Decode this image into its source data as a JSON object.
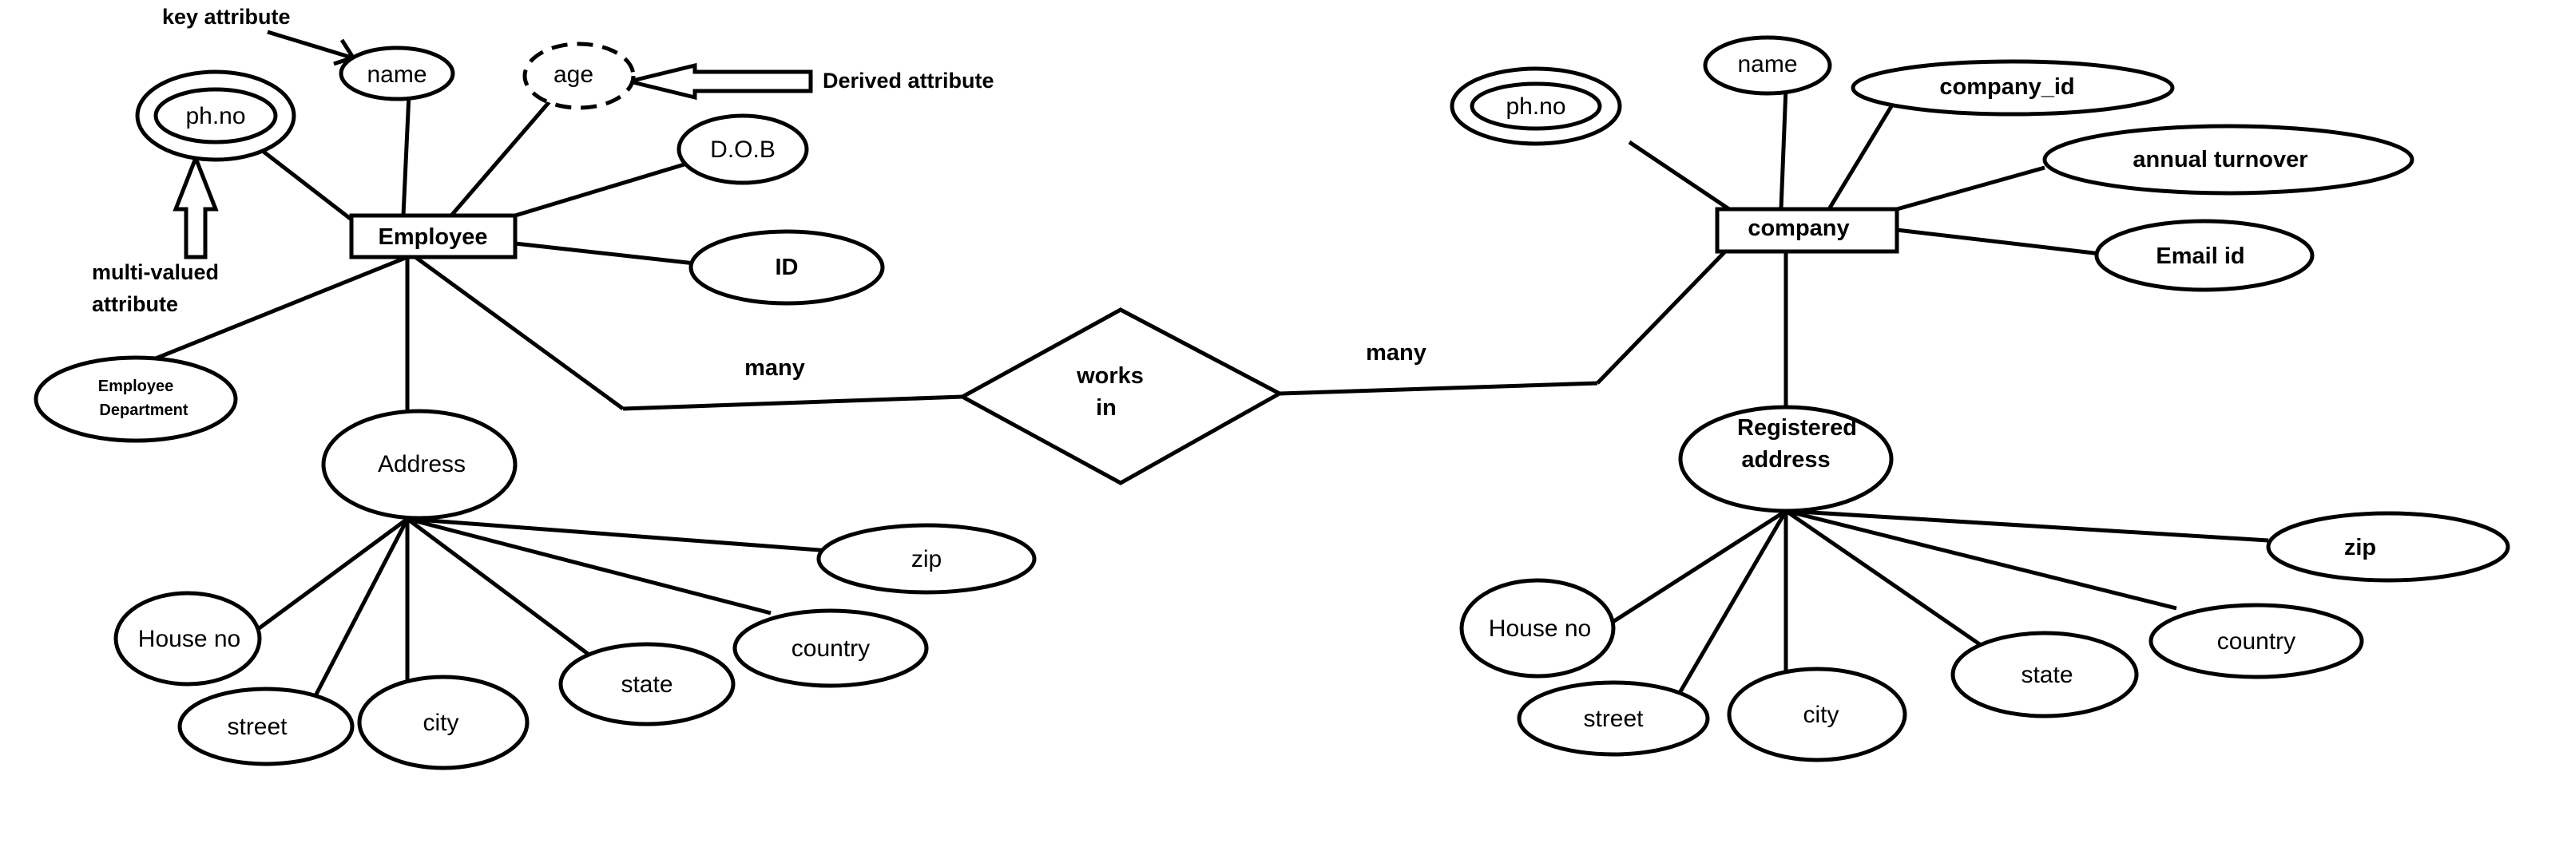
{
  "annotations": {
    "key_attribute": "key attribute",
    "derived_attribute": "Derived attribute",
    "multi_valued_line1": "multi-valued",
    "multi_valued_line2": "attribute"
  },
  "employee": {
    "entity": "Employee",
    "name": "name",
    "age": "age",
    "phone": "ph.no",
    "dob": "D.O.B",
    "id": "ID",
    "department_line1": "Employee",
    "department_line2": "Department",
    "address": "Address",
    "house_no": "House no",
    "street": "street",
    "city": "city",
    "state": "state",
    "country": "country",
    "zip": "zip"
  },
  "relationship": {
    "line1": "works",
    "line2": "in",
    "left_cardinality": "many",
    "right_cardinality": "many"
  },
  "company": {
    "entity": "company",
    "name": "name",
    "phone": "ph.no",
    "company_id": "company_id",
    "annual_turnover": "annual turnover",
    "email": "Email id",
    "address_line1": "Registered",
    "address_line2": "address",
    "house_no": "House no",
    "street": "street",
    "city": "city",
    "state": "state",
    "country": "country",
    "zip": "zip"
  }
}
